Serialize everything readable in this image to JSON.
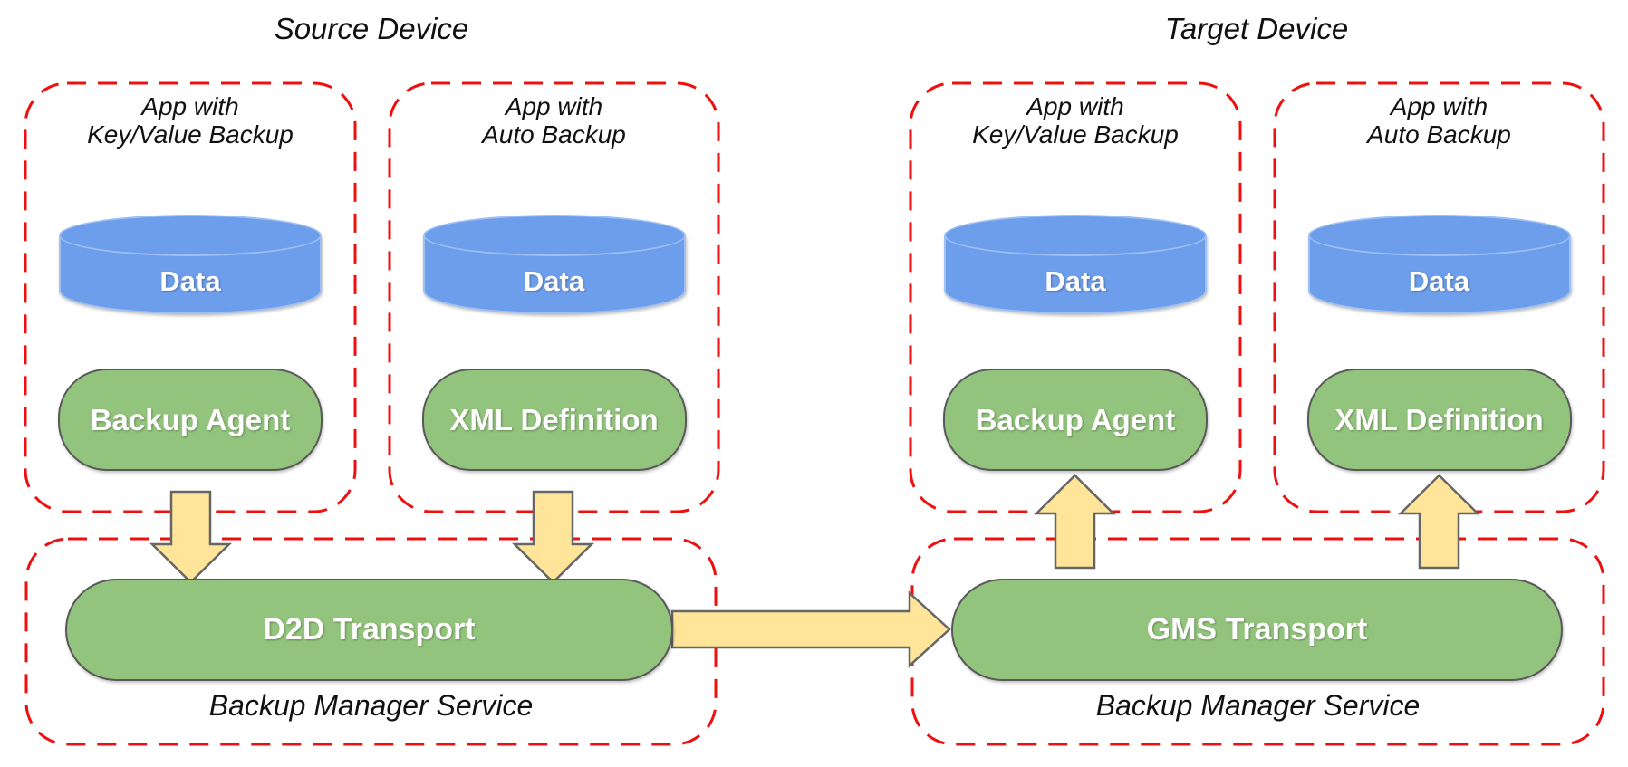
{
  "colors": {
    "dashed_border_red": "#ee0f0f",
    "shape_green_fill": "#93c47d",
    "shape_green_border": "#595959",
    "arrow_yellow_fill": "#ffe599",
    "arrow_border_gray": "#666666",
    "cylinder_blue_fill": "#6d9eeb",
    "cylinder_blue_highlight": "#9fc0f3",
    "text_black": "#111111",
    "text_white": "#ffffff"
  },
  "icons": {
    "down_arrow": "down-arrow",
    "up_arrow": "up-arrow",
    "right_arrow": "right-arrow"
  },
  "source": {
    "title": "Source Device",
    "apps": [
      {
        "title_line1": "App with",
        "title_line2": "Key/Value Backup",
        "data_label": "Data",
        "component_label": "Backup Agent"
      },
      {
        "title_line1": "App with",
        "title_line2": "Auto Backup",
        "data_label": "Data",
        "component_label": "XML Definition"
      }
    ],
    "service": {
      "transport_label": "D2D Transport",
      "label": "Backup Manager Service"
    }
  },
  "target": {
    "title": "Target Device",
    "apps": [
      {
        "title_line1": "App with",
        "title_line2": "Key/Value Backup",
        "data_label": "Data",
        "component_label": "Backup Agent"
      },
      {
        "title_line1": "App with",
        "title_line2": "Auto Backup",
        "data_label": "Data",
        "component_label": "XML Definition"
      }
    ],
    "service": {
      "transport_label": "GMS Transport",
      "label": "Backup Manager Service"
    }
  }
}
